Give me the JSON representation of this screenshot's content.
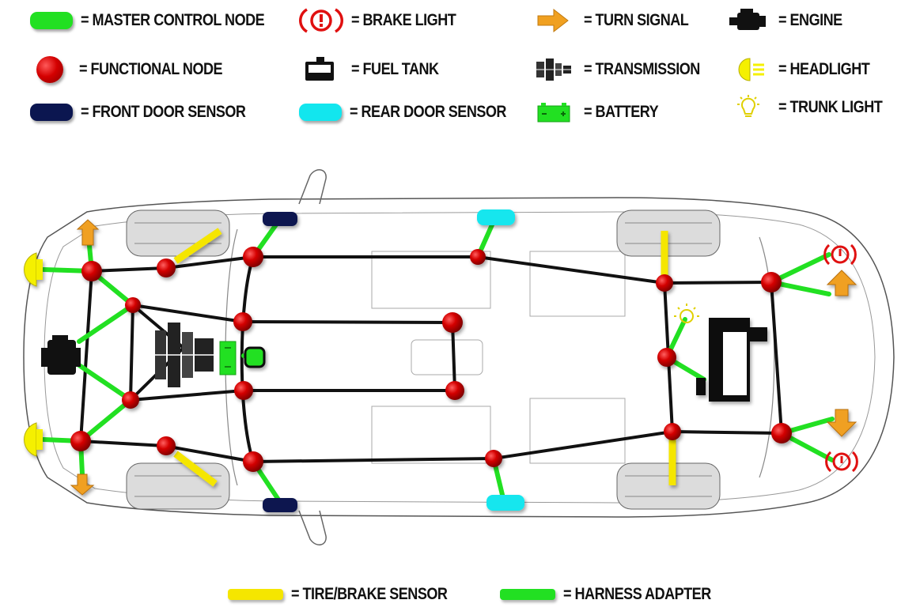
{
  "legend": [
    {
      "id": "master",
      "label": "= MASTER CONTROL NODE",
      "icon": "green-rounded-bar",
      "color": "#22e022"
    },
    {
      "id": "brake",
      "label": "= BRAKE LIGHT",
      "icon": "brake-warning-icon",
      "color": "#e01010"
    },
    {
      "id": "turn",
      "label": "= TURN SIGNAL",
      "icon": "arrow-right-icon",
      "color": "#f0a020"
    },
    {
      "id": "engine",
      "label": "= ENGINE",
      "icon": "engine-icon",
      "color": "#111111"
    },
    {
      "id": "functional",
      "label": "= FUNCTIONAL NODE",
      "icon": "red-ball",
      "color": "#d40000"
    },
    {
      "id": "fuel",
      "label": "= FUEL TANK",
      "icon": "fuel-tank-icon",
      "color": "#111111"
    },
    {
      "id": "transmission",
      "label": "= TRANSMISSION",
      "icon": "transmission-icon",
      "color": "#222222"
    },
    {
      "id": "headlight",
      "label": "= HEADLIGHT",
      "icon": "headlight-icon",
      "color": "#f5f000"
    },
    {
      "id": "front_door",
      "label": "= FRONT DOOR SENSOR",
      "icon": "navy-rounded-bar",
      "color": "#0b1650"
    },
    {
      "id": "rear_door",
      "label": "= REAR DOOR SENSOR",
      "icon": "cyan-rounded-bar",
      "color": "#12e6ee"
    },
    {
      "id": "battery",
      "label": "= BATTERY",
      "icon": "battery-icon",
      "color": "#22e022"
    },
    {
      "id": "trunk",
      "label": "= TRUNK LIGHT",
      "icon": "trunk-light-icon",
      "color": "#f5e600"
    },
    {
      "id": "tire",
      "label": "= TIRE/BRAKE SENSOR",
      "icon": "yellow-bar",
      "color": "#f5e600"
    },
    {
      "id": "harness",
      "label": "= HARNESS ADAPTER",
      "icon": "green-bar",
      "color": "#22e022"
    }
  ],
  "colors": {
    "wire": "#111111",
    "harness": "#22e022",
    "node": "#d40000",
    "tire_sensor": "#f5e600",
    "front_door": "#0b1650",
    "rear_door": "#12e6ee",
    "turn_signal": "#f0a020",
    "brake": "#e01010",
    "headlight": "#f5f000"
  }
}
